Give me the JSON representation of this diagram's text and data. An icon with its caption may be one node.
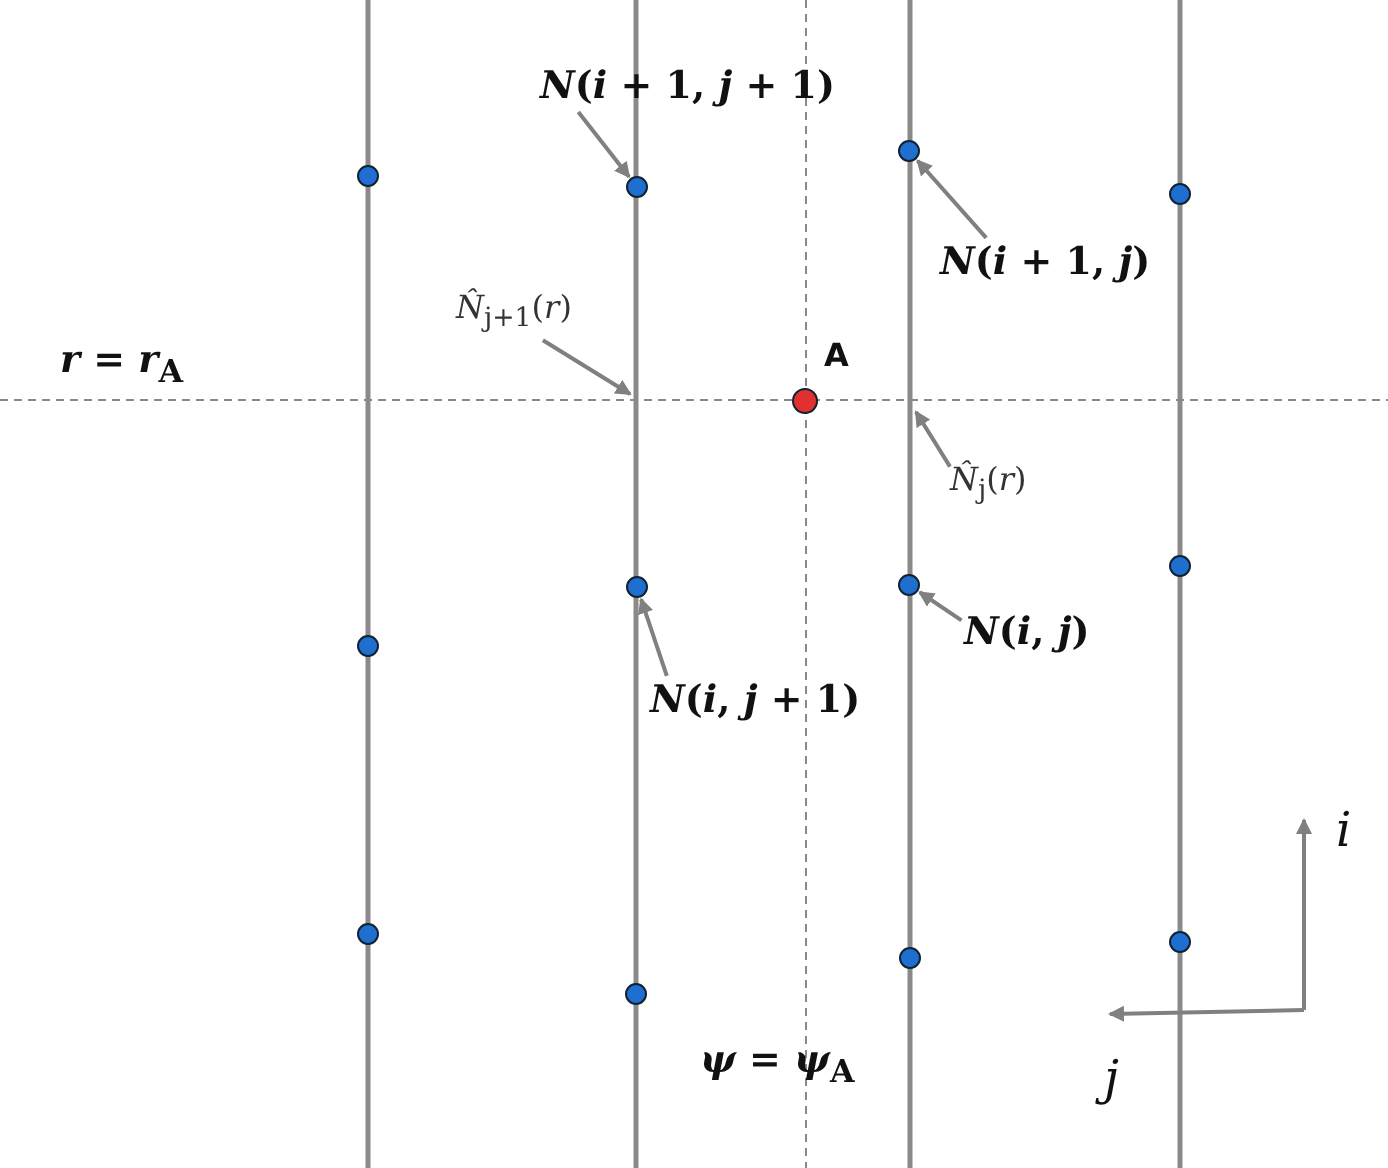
{
  "diagram": {
    "nodes": [
      {
        "text": [
          "*N*(*i* + 1, *j* + 1)"
        ]
      },
      {
        "text": [],
        "shape": "circle"
      },
      {
        "text": [],
        "shape": "circle"
      },
      {
        "text": [
          "*N*(*i* + 1, *j*)"
        ]
      },
      {
        "text": [
          "*N̂*$_{j+1}$(*r*)"
        ]
      },
      {
        "text": [],
        "shape": "circle",
        "beside": [
          "A"
        ]
      },
      {
        "text": [
          "*N̂*$_{j}$(*r*)"
        ]
      },
      {
        "text": [],
        "shape": "circle"
      },
      {
        "text": [],
        "shape": "circle"
      },
      {
        "text": [
          "*N*(*i*, *j*)"
        ]
      },
      {
        "text": [
          "*N*(*i*, *j* + 1)"
        ]
      }
    ],
    "edges": [
      {
        "from": 0,
        "to": 1,
        "arrow": "to"
      },
      {
        "from": 3,
        "to": 2,
        "arrow": "to"
      },
      {
        "from": 4,
        "to": null,
        "arrow": "to"
      },
      {
        "from": 6,
        "to": null,
        "arrow": "to"
      },
      {
        "from": 9,
        "to": 8,
        "arrow": "to"
      },
      {
        "from": 10,
        "to": 7,
        "arrow": "to"
      }
    ],
    "labels": [
      "*r* = *r*$_{A}$",
      "*ψ* = *ψ*$_{A}$",
      "*i*",
      "*j*"
    ]
  }
}
